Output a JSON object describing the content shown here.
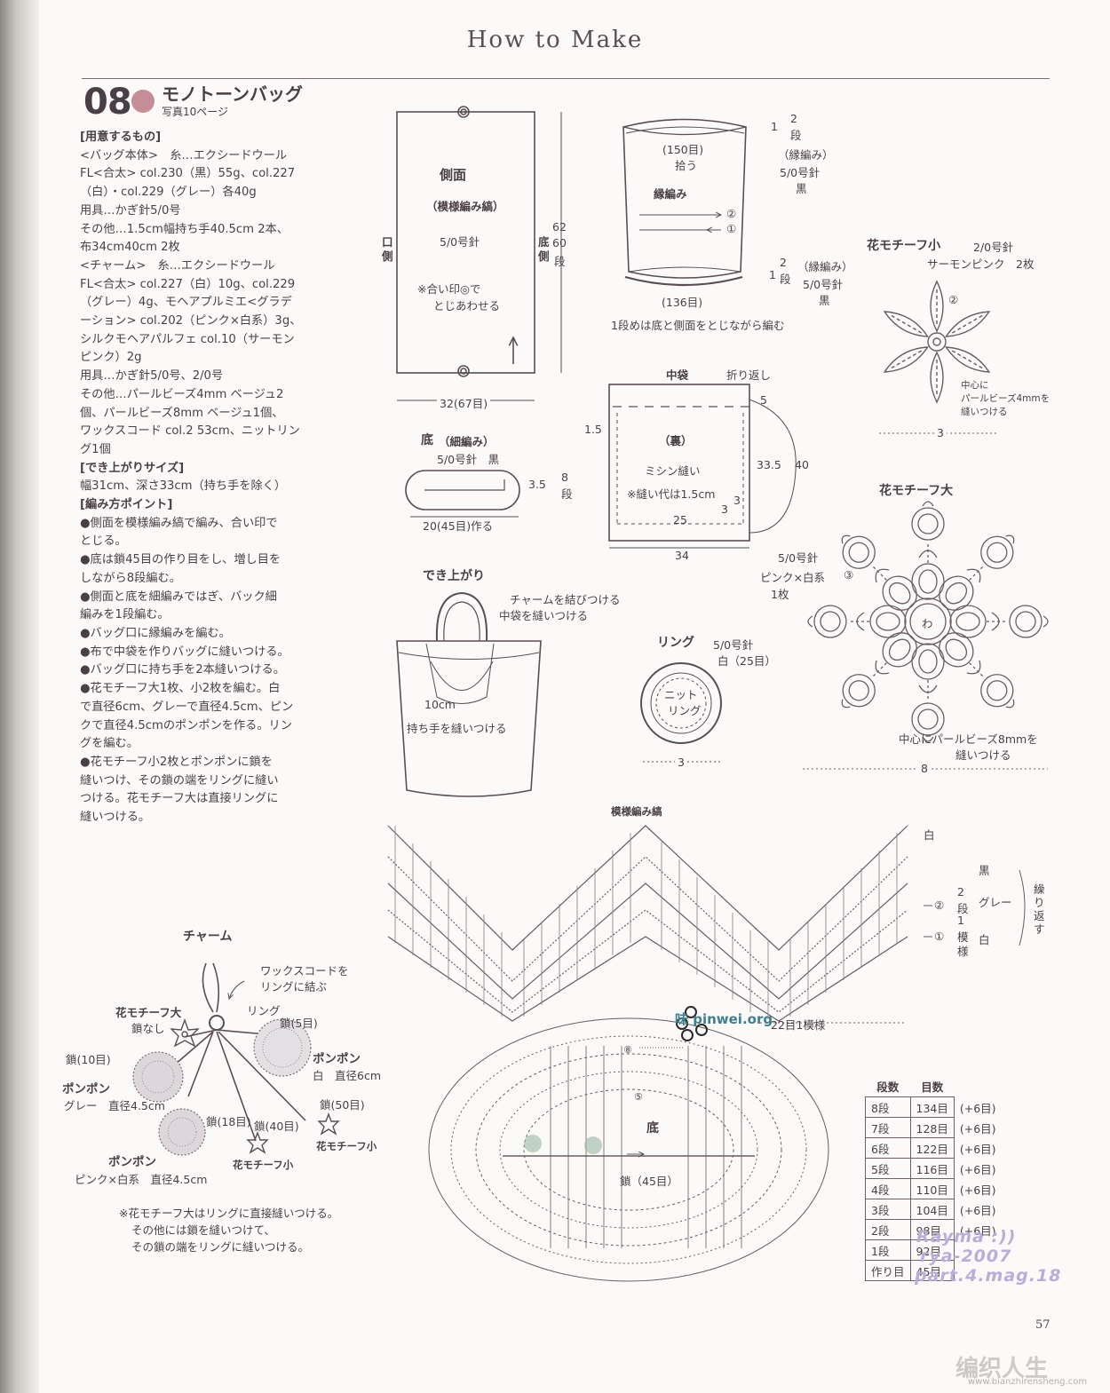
{
  "header": {
    "title": "How to Make",
    "page_number": "57"
  },
  "project": {
    "number": "08",
    "name": "モノトーンバッグ",
    "photo_ref": "写真10ページ",
    "accent_color": "#c48d98"
  },
  "left_lines": [
    {
      "text": "[用意するもの]",
      "kind": "sec"
    },
    {
      "text": "<バッグ本体>　糸…エクシードウール",
      "kind": "p"
    },
    {
      "text": "FL<合太> col.230（黒）55g、col.227",
      "kind": "p"
    },
    {
      "text": "（白）・col.229（グレー）各40g",
      "kind": "p"
    },
    {
      "text": "用具…かぎ針5/0号",
      "kind": "p"
    },
    {
      "text": "その他…1.5cm幅持ち手40.5cm 2本、",
      "kind": "p"
    },
    {
      "text": "布34cm40cm 2枚",
      "kind": "p"
    },
    {
      "text": "<チャーム>　糸…エクシードウール",
      "kind": "p"
    },
    {
      "text": "FL<合太> col.227（白）10g、col.229",
      "kind": "p"
    },
    {
      "text": "（グレー）4g、モヘアプルミエ<グラデ",
      "kind": "p"
    },
    {
      "text": "ーション> col.202（ピンク×白系）3g、",
      "kind": "p"
    },
    {
      "text": "シルクモヘアパルフェ col.10（サーモン",
      "kind": "p"
    },
    {
      "text": "ピンク）2g",
      "kind": "p"
    },
    {
      "text": "用具…かぎ針5/0号、2/0号",
      "kind": "p"
    },
    {
      "text": "その他…パールビーズ4mm ベージュ2",
      "kind": "p"
    },
    {
      "text": "個、パールビーズ8mm ベージュ1個、",
      "kind": "p"
    },
    {
      "text": "ワックスコード col.2 53cm、ニットリン",
      "kind": "p"
    },
    {
      "text": "グ1個",
      "kind": "p"
    },
    {
      "text": "[でき上がりサイズ]",
      "kind": "sec"
    },
    {
      "text": "幅31cm、深さ33cm（持ち手を除く）",
      "kind": "p"
    },
    {
      "text": "[編み方ポイント]",
      "kind": "sec"
    },
    {
      "text": "●側面を模様編み縞で編み、合い印で",
      "kind": "p"
    },
    {
      "text": "とじる。",
      "kind": "p"
    },
    {
      "text": "●底は鎖45目の作り目をし、増し目を",
      "kind": "p"
    },
    {
      "text": "しながら8段編む。",
      "kind": "p"
    },
    {
      "text": "●側面と底を細編みではぎ、バック細",
      "kind": "p"
    },
    {
      "text": "編みを1段編む。",
      "kind": "p"
    },
    {
      "text": "●バッグ口に縁編みを編む。",
      "kind": "p"
    },
    {
      "text": "●布で中袋を作りバッグに縫いつける。",
      "kind": "p"
    },
    {
      "text": "●バッグ口に持ち手を2本縫いつける。",
      "kind": "p"
    },
    {
      "text": "●花モチーフ大1枚、小2枚を編む。白",
      "kind": "p"
    },
    {
      "text": "で直径6cm、グレーで直径4.5cm、ピン",
      "kind": "p"
    },
    {
      "text": "クで直径4.5cmのポンポンを作る。リン",
      "kind": "p"
    },
    {
      "text": "グを編む。",
      "kind": "p"
    },
    {
      "text": "●花モチーフ小2枚とポンポンに鎖を",
      "kind": "p"
    },
    {
      "text": "縫いつけ、その鎖の端をリングに縫い",
      "kind": "p"
    },
    {
      "text": "つける。花モチーフ大は直接リングに",
      "kind": "p"
    },
    {
      "text": "縫いつける。",
      "kind": "p"
    }
  ],
  "side_panel": {
    "title": "側面",
    "pattern": "（模様編み縞）",
    "needle": "5/0号針",
    "note1": "※合い印◎で",
    "note2": "とじあわせる",
    "left_label": "口\n側",
    "right_label": "底\n側",
    "height_62": "62",
    "height_60": "60",
    "height_unit": "段",
    "width": "32(67目)"
  },
  "bag_side": {
    "count_150": "(150目)",
    "pick": "拾う",
    "edging": "縁編み",
    "rows_top": "2",
    "unit_dan": "段",
    "edging_paren": "（縁編み）",
    "needle": "5/0号針",
    "color_black": "黒",
    "edging_paren2": "（縁編み）",
    "count_136": "(136目)",
    "bottom_note": "1段めは底と側面をとじながら編む",
    "mark1": "①",
    "mark2": "②",
    "one": "1"
  },
  "bottom_small": {
    "title": "底",
    "stitch": "（細編み）",
    "needle": "5/0号針　黒",
    "height": "3.5",
    "rows": "8",
    "unit": "段",
    "width": "20(45目)作る"
  },
  "lining": {
    "title": "中袋",
    "fold": "折り返し",
    "reverse": "（裏）",
    "sewing": "ミシン縫い",
    "seam_note": "※縫い代は1.5cm",
    "d_1_5": "1.5",
    "d_5": "5",
    "d_33_5": "33.5",
    "d_40": "40",
    "d_3a": "3",
    "d_3b": "3",
    "d_25": "25",
    "d_34": "34"
  },
  "flower_small": {
    "title": "花モチーフ小",
    "needle": "2/0号針",
    "color": "サーモンピンク　2枚",
    "note1": "中心に",
    "note2": "パールビーズ4mmを",
    "note3": "縫いつける",
    "dim": "3",
    "mark": "②"
  },
  "flower_large": {
    "title": "花モチーフ大",
    "needle": "5/0号針",
    "color": "ピンク×白系",
    "count": "1枚",
    "note1": "中心にパールビーズ8mmを",
    "note2": "縫いつける",
    "dim": "8",
    "center": "わ",
    "mark": "③"
  },
  "finished": {
    "title": "でき上がり",
    "charm": "チャームを結びつける",
    "lining": "中袋を縫いつける",
    "dim": "10cm",
    "handles": "持ち手を縫いつける"
  },
  "ring": {
    "title": "リング",
    "needle": "5/0号針",
    "color": "白（25目）",
    "label1": "ニット",
    "label2": "リング",
    "dim": "3"
  },
  "pattern_chart": {
    "title": "模様編み縞",
    "white": "白",
    "black": "黒",
    "gray": "グレー",
    "white2": "白",
    "rows2": "2",
    "dan": "段",
    "rows1": "1",
    "pattern1": "模",
    "pattern2": "様",
    "repeat": "繰り返す",
    "m1": "①",
    "m2": "②",
    "repeat_note": "22目1模様"
  },
  "charm": {
    "title": "チャーム",
    "cord": "ワックスコードを",
    "cord2": "リングに結ぶ",
    "ring": "リング",
    "ch5": "鎖(5目)",
    "large_flower": "花モチーフ大",
    "no_chain": "鎖なし",
    "ch10": "鎖(10目)",
    "pompom_white": "ポンポン",
    "white_6": "白　直径6cm",
    "pompom_gray": "ポンポン",
    "gray_45": "グレー　直径4.5cm",
    "ch18": "鎖(18目)",
    "ch40": "鎖(40目)",
    "ch50": "鎖(50目)",
    "small_flower1": "花モチーフ小",
    "small_flower2": "花モチーフ小",
    "pompom_pink": "ポンポン",
    "pink_45": "ピンク×白系　直径4.5cm",
    "note1": "※花モチーフ大はリングに直接縫いつける。",
    "note2": "その他には鎖を縫いつけて、",
    "note3": "その鎖の端をリングに縫いつける。"
  },
  "bottom_chart": {
    "title": "底",
    "chain": "鎖（45目）",
    "m8": "⑧",
    "m5": "⑤"
  },
  "rows_table": {
    "head_rows": "段数",
    "head_stitches": "目数",
    "rows": [
      {
        "dan": "8段",
        "me": "134目",
        "inc": "(+6目)"
      },
      {
        "dan": "7段",
        "me": "128目",
        "inc": "(+6目)"
      },
      {
        "dan": "6段",
        "me": "122目",
        "inc": "(+6目)"
      },
      {
        "dan": "5段",
        "me": "116目",
        "inc": "(+6目)"
      },
      {
        "dan": "4段",
        "me": "110目",
        "inc": "(+6目)"
      },
      {
        "dan": "3段",
        "me": "104目",
        "inc": "(+6目)"
      },
      {
        "dan": "2段",
        "me": "98目",
        "inc": "(+6目)"
      },
      {
        "dan": "1段",
        "me": "92目",
        "inc": ""
      },
      {
        "dan": "作り目",
        "me": "45目",
        "inc": ""
      }
    ]
  },
  "watermarks": {
    "line1": "Rayma :))",
    "line2": "rya-2007",
    "line3": "part.4.mag.18",
    "site_logo": "味 pinwei.org",
    "logo": "编织人生",
    "logo_url": "www.bianzhirensheng.com"
  }
}
